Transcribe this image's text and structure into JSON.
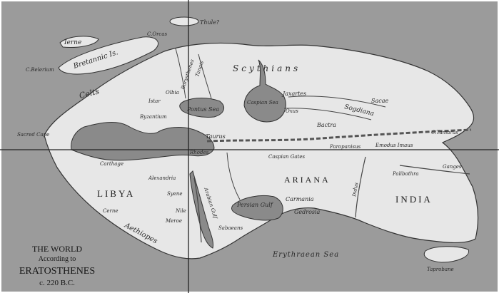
{
  "colors": {
    "sea": "#9b9b9b",
    "land": "#e7e7e7",
    "inland_sea": "#8a8a8a",
    "ink": "#2a2a2a",
    "border": "#ffffff"
  },
  "title": {
    "line1": "THE WORLD",
    "line2": "According to",
    "line3": "ERATOSTHENES",
    "line4": "c. 220 B.C."
  },
  "labels": {
    "thule": "Thule?",
    "ierne": "Ierne",
    "bretannic": "Bretannic Is.",
    "c_orcas": "C.Orcas",
    "c_belerium": "C.Belerium",
    "celts": "Celts",
    "sacred_cape": "Sacred Cape",
    "istar": "Istar",
    "olbia": "Olbia",
    "borysthenes": "Borysthenes",
    "tanais": "Tanais",
    "pontus": "Pontus Sea",
    "byzantium": "Byzantium",
    "scythians": "Scythians",
    "caspian_sea": "Caspian Sea",
    "jaxartes": "Jaxartes",
    "oxus": "Oxus",
    "sogdiana": "Sogdiana",
    "sacae": "Sacae",
    "bactra": "Bactra",
    "taurus": "Taurus",
    "caspian_gates": "Caspian Gates",
    "paropanisus": "Paropanisus",
    "emodus": "Emodus Imaus",
    "tamarus": "C.Tamarus",
    "carthage": "Carthage",
    "rhodes": "Rhodes",
    "alexandria": "Alexandria",
    "libya": "LIBYA",
    "syene": "Syene",
    "nile": "Nile",
    "meroe": "Meroe",
    "cerne": "Cerne",
    "aethiopes": "Aethiopes",
    "arabian_gulf": "Arabian Gulf",
    "persian_gulf": "Persian Gulf",
    "sabaeans": "Sabaeans",
    "ariana": "ARIANA",
    "carmania": "Carmania",
    "gedrosia": "Gedrosia",
    "indus": "Indus",
    "ganges": "Ganges",
    "palibothra": "Palibothra",
    "india": "INDIA",
    "erythraean": "Erythraean Sea",
    "taprobane": "Taprobane"
  }
}
